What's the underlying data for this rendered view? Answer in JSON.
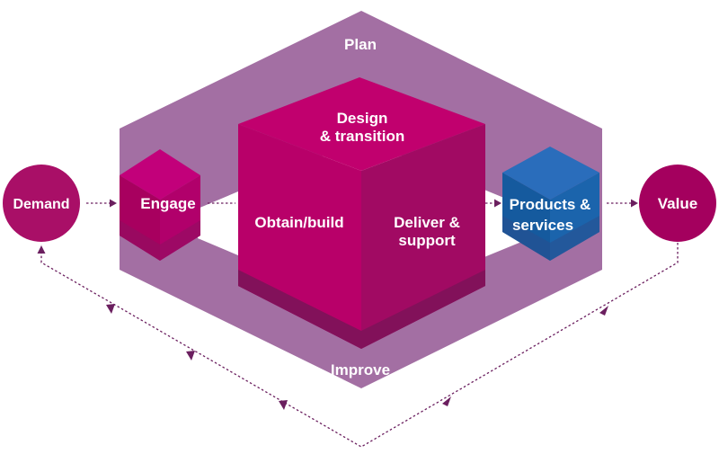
{
  "diagram": {
    "labels": {
      "plan": "Plan",
      "improve": "Improve",
      "design": [
        "Design",
        "& transition"
      ],
      "obtain": "Obtain/build",
      "deliver": [
        "Deliver &",
        "support"
      ],
      "engage": "Engage",
      "products": [
        "Products &",
        "services"
      ],
      "demand": "Demand",
      "value": "Value"
    },
    "colors": {
      "frame": "#a36fa3",
      "cube_top": "#c1006e",
      "cube_front": "#b00066",
      "cube_side": "#9b0a62",
      "cube_bottom": "#85105a",
      "engage_cube": "#b3006a",
      "products_cube": "#1f5fa8",
      "circle": "#a4005e",
      "arrow": "#6b1f5f"
    }
  }
}
